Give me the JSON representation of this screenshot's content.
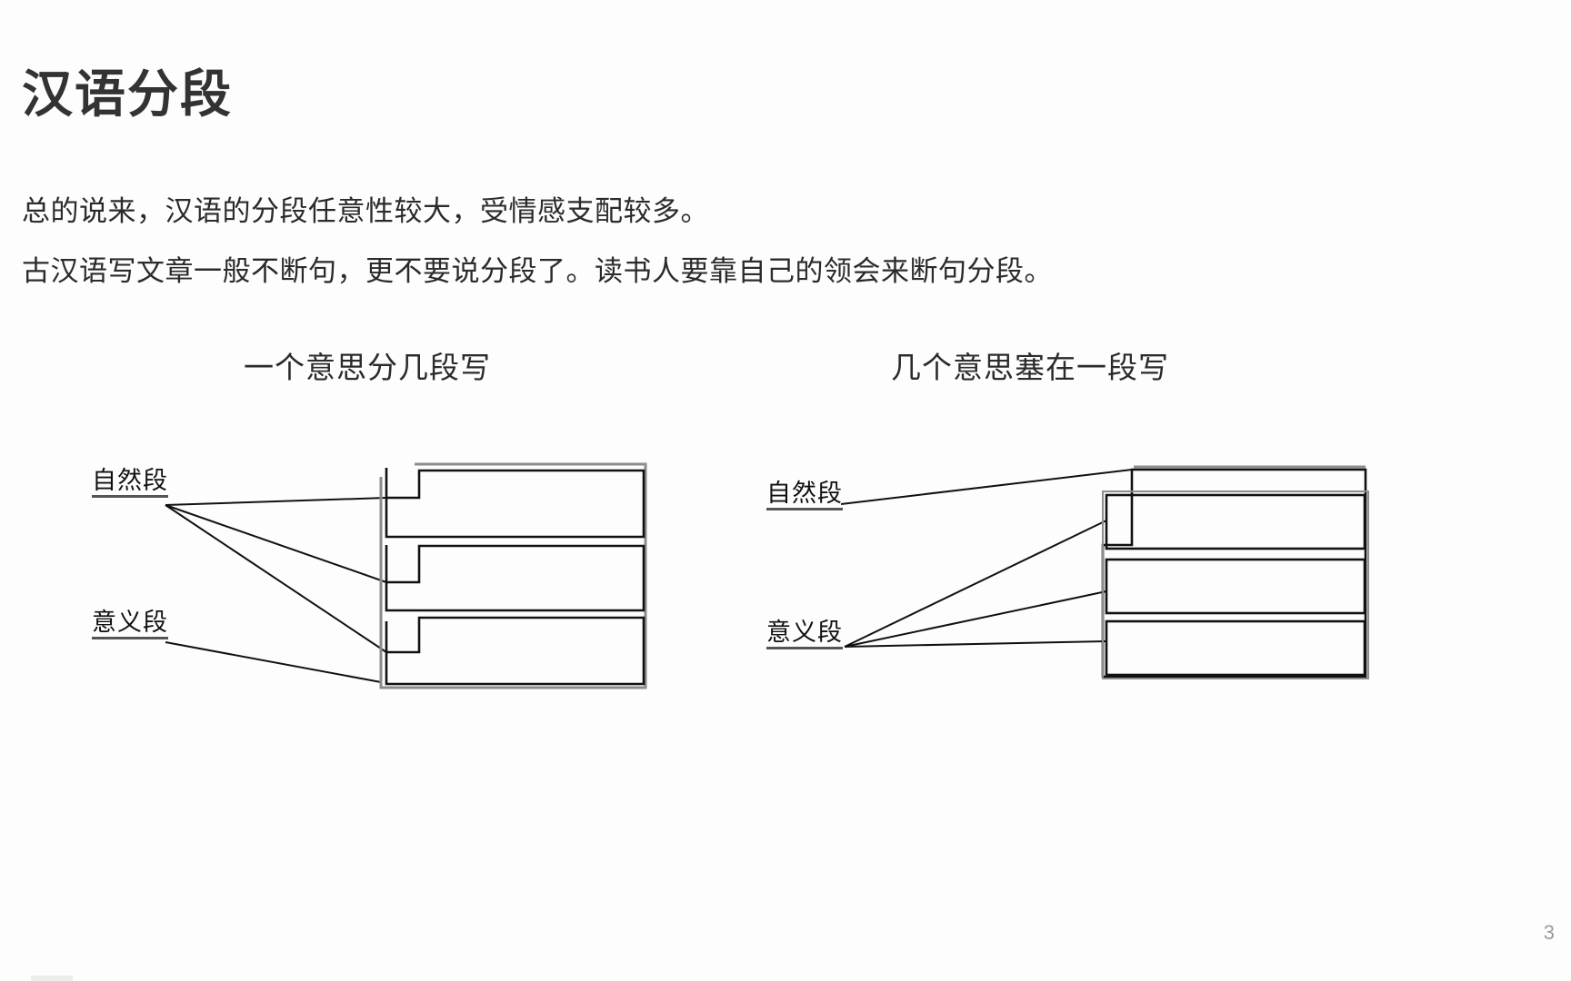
{
  "slide": {
    "title": "汉语分段",
    "page_number": "3",
    "background_color": "#fdfdfd",
    "text_color": "#2b2b2b"
  },
  "body": {
    "paragraphs": [
      "总的说来，汉语的分段任意性较大，受情感支配较多。",
      "古汉语写文章一般不断句，更不要说分段了。读书人要靠自己的领会来断句分段。"
    ]
  },
  "diagrams": [
    {
      "id": "left",
      "heading": "一个意思分几段写",
      "labels": {
        "natural": "自然段",
        "meaning": "意义段"
      },
      "blocks": 3,
      "description": "三个自然段各自缩进，合为一个意义段"
    },
    {
      "id": "right",
      "heading": "几个意思塞在一段写",
      "labels": {
        "natural": "自然段",
        "meaning": "意义段"
      },
      "blocks": 3,
      "description": "一个自然段里塞进三个意义段"
    }
  ],
  "colors": {
    "stroke_dark": "#111111",
    "stroke_light": "#8c8c8c",
    "label_underline": "#555555",
    "page_number": "#9a9a9a"
  }
}
